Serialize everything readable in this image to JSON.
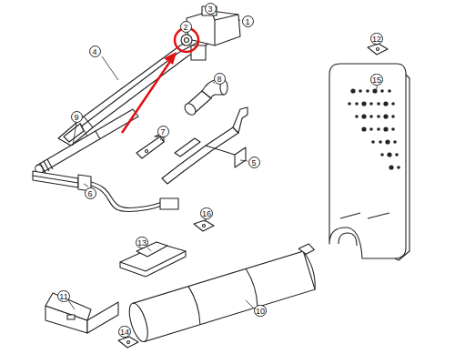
{
  "diagram": {
    "labels": [
      "3",
      "1",
      "2",
      "12",
      "4",
      "15",
      "8",
      "9",
      "7",
      "5",
      "6",
      "16",
      "13",
      "11",
      "10",
      "14"
    ]
  }
}
